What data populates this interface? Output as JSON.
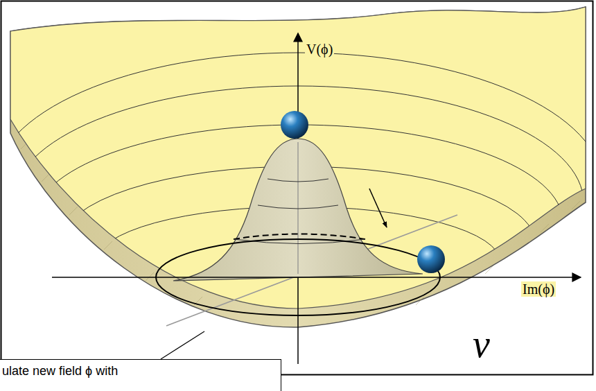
{
  "diagram": {
    "nodes": [
      {
        "text": [
          "ulate new field ϕ with"
        ]
      }
    ],
    "labels": [
      "V(ϕ)",
      "Im(ϕ)",
      "v"
    ]
  }
}
